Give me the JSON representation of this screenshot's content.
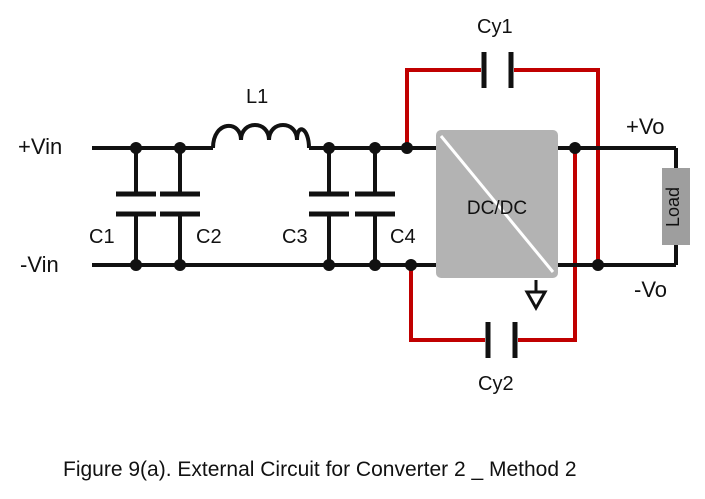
{
  "colors": {
    "wire": "#111111",
    "y_cap_wire": "#c00000",
    "block_fill": "#b3b3b3",
    "load_fill": "#9e9e9e"
  },
  "terminals": {
    "vin_pos": "+Vin",
    "vin_neg": "-Vin",
    "vo_pos": "+Vo",
    "vo_neg": "-Vo"
  },
  "components": {
    "c1": "C1",
    "c2": "C2",
    "c3": "C3",
    "c4": "C4",
    "l1": "L1",
    "cy1": "Cy1",
    "cy2": "Cy2",
    "converter": "DC/DC",
    "load": "Load"
  },
  "icons": {
    "ground": "ground-icon"
  },
  "caption": "Figure 9(a). External Circuit for Converter 2 _ Method 2"
}
